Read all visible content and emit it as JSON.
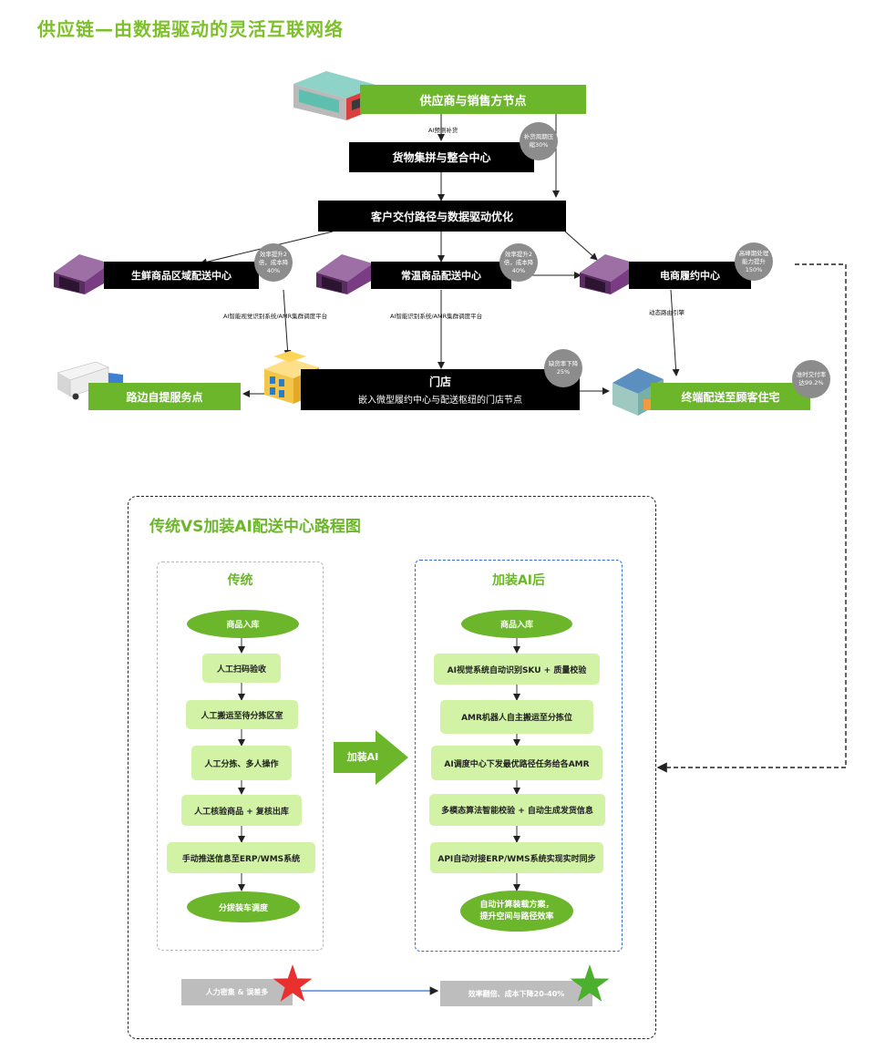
{
  "title": "供应链—由数据驱动的灵活互联网络",
  "network": {
    "supplier": "供应商与销售方节点",
    "ai_forecast": "AI预测补货",
    "consolidation": "货物集拼与整合中心",
    "cycle_bubble": "补货周期压缩30%",
    "optimization": "客户交付路径与数据驱动优化",
    "fresh_dc": "生鲜商品区域配送中心",
    "fresh_bubble": "效率提升2倍，成本降40%",
    "ambient_dc": "常温商品配送中心",
    "ambient_bubble": "效率提升2倍，成本降40%",
    "ecom_fc": "电商履约中心",
    "ecom_bubble": "高峰期处理能力提升150%",
    "fresh_note": "AI智能视觉识别系统/AMR集群调度平台",
    "ambient_note": "AI智能识别系统/AMR集群调度平台",
    "ecom_note": "动态路由引擎",
    "store_title": "门店",
    "store_sub": "嵌入微型履约中心与配送枢纽的门店节点",
    "stockout_bubble": "缺货率下降25%",
    "pickup": "路边自提服务点",
    "last_mile": "终端配送至顾客住宅",
    "ontime_bubble": "准时交付率达99.2%"
  },
  "roadmap": {
    "title": "传统VS加装AI配送中心路程图",
    "traditional": {
      "heading": "传统",
      "steps": [
        "商品入库",
        "人工扫码验收",
        "人工搬运至待分拣区室",
        "人工分拣、多人操作",
        "人工核验商品 + 复核出库",
        "手动推送信息至ERP/WMS系统",
        "分拨装车调度"
      ]
    },
    "arrow_label": "加装AI",
    "ai": {
      "heading": "加装AI后",
      "steps": [
        "商品入库",
        "AI视觉系统自动识别SKU + 质量校验",
        "AMR机器人自主搬运至分拣位",
        "AI调度中心下发最优路径任务给各AMR",
        "多模态算法智能校验 + 自动生成发货信息",
        "API自动对接ERP/WMS系统实现实时同步",
        "自动计算装载方案，提升空间与路径效率"
      ]
    },
    "outcome_left": "人力密集 & 误差多",
    "outcome_right": "效率翻倍、成本下降20-40%"
  },
  "colors": {
    "green": "#6cb62b",
    "light_green": "#d2f3a6",
    "title_green": "#7dc12a",
    "grey_bubble": "#8c8c8c",
    "blue_dash": "#2f6fd0",
    "star_red": "#e8312f",
    "star_green": "#4caf2e"
  }
}
